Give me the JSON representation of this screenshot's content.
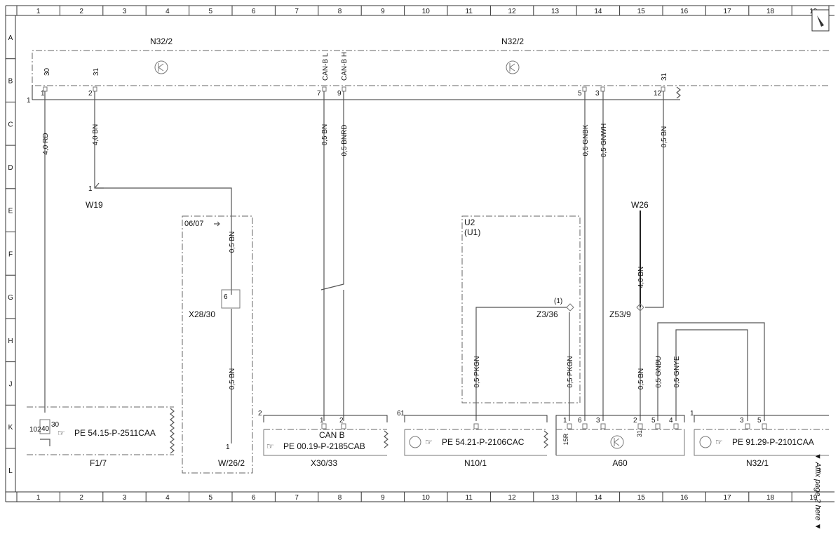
{
  "grid": {
    "columns": [
      "1",
      "2",
      "3",
      "4",
      "5",
      "6",
      "7",
      "8",
      "9",
      "10",
      "11",
      "12",
      "13",
      "14",
      "15",
      "16",
      "17",
      "18",
      "19"
    ],
    "rows": [
      "A",
      "B",
      "C",
      "D",
      "E",
      "F",
      "G",
      "H",
      "J",
      "K",
      "L"
    ]
  },
  "modules": {
    "n32_2_left": "N32/2",
    "n32_2_right": "N32/2",
    "pin_30_top": "30",
    "pin_31_top": "31",
    "pin_canb_l": "CAN-B L",
    "pin_canb_h": "CAN-B H",
    "pin_31_right": "31",
    "pin_1": "1",
    "pin_2": "2",
    "pin_7": "7",
    "pin_9": "9",
    "pin_5": "5",
    "pin_3": "3",
    "pin_12": "12",
    "bus_left": "1"
  },
  "wires": {
    "w_40rd": "4,0 RD",
    "w_40bn": "4,0 BN",
    "w_05bn_canl": "0,5 BN",
    "w_05bnrd": "0,5 BNRD",
    "w_05gnbk": "0,5 GNBK",
    "w_05gnwh": "0,5 GNWH",
    "w_05bn_right": "0,5 BN",
    "w_05bn_f": "0,5 BN",
    "w_05bn_j": "0,5 BN",
    "w_40bn_w26": "4,0 BN",
    "w_05pkgn_a": "0,5 PKGN",
    "w_05pkgn_b": "0,5 PKGN",
    "w_05bn_z53": "0,5 BN",
    "w_05gnbu": "0,5 GNBU",
    "w_05gnye": "0,5 GNYE"
  },
  "labels": {
    "w19": "W19",
    "w19_pin": "1",
    "date_code": "06/07",
    "x28_30": "X28/30",
    "x28_pin": "6",
    "w26_2_pin": "1",
    "w26": "W26",
    "u2": "U2",
    "u1": "(U1)",
    "z3_36": "Z3/36",
    "z3_paren": "(1)",
    "z53_9": "Z53/9"
  },
  "components": {
    "f1_7": {
      "name": "F1/7",
      "ref": "PE 54.15-P-2511CAA",
      "pin_102": "102",
      "pin_40": "40",
      "pin_30": "30"
    },
    "w26_2": {
      "name": "W/26/2"
    },
    "x30_33": {
      "name": "X30/33",
      "ref": "PE 00.19-P-2185CAB",
      "sub": "CAN B",
      "num": "2",
      "pin_1": "1",
      "pin_2": "2"
    },
    "n10_1": {
      "name": "N10/1",
      "ref": "PE 54.21-P-2106CAC",
      "num": "61"
    },
    "a60": {
      "name": "A60",
      "num": "1",
      "pin_6": "6",
      "pin_3": "3",
      "pin_2": "2",
      "pin_5": "5",
      "pin_4": "4",
      "pin_15r": "15R",
      "pin_31": "31"
    },
    "n32_1": {
      "name": "N32/1",
      "ref": "PE 91.29-P-2101CAA",
      "num": "1",
      "pin_3": "3",
      "pin_5": "5"
    }
  },
  "side_note": "▼ Affix page 2 here ▼",
  "colors": {
    "line": "#333333",
    "wire": "#555555",
    "dash": "#666666"
  }
}
